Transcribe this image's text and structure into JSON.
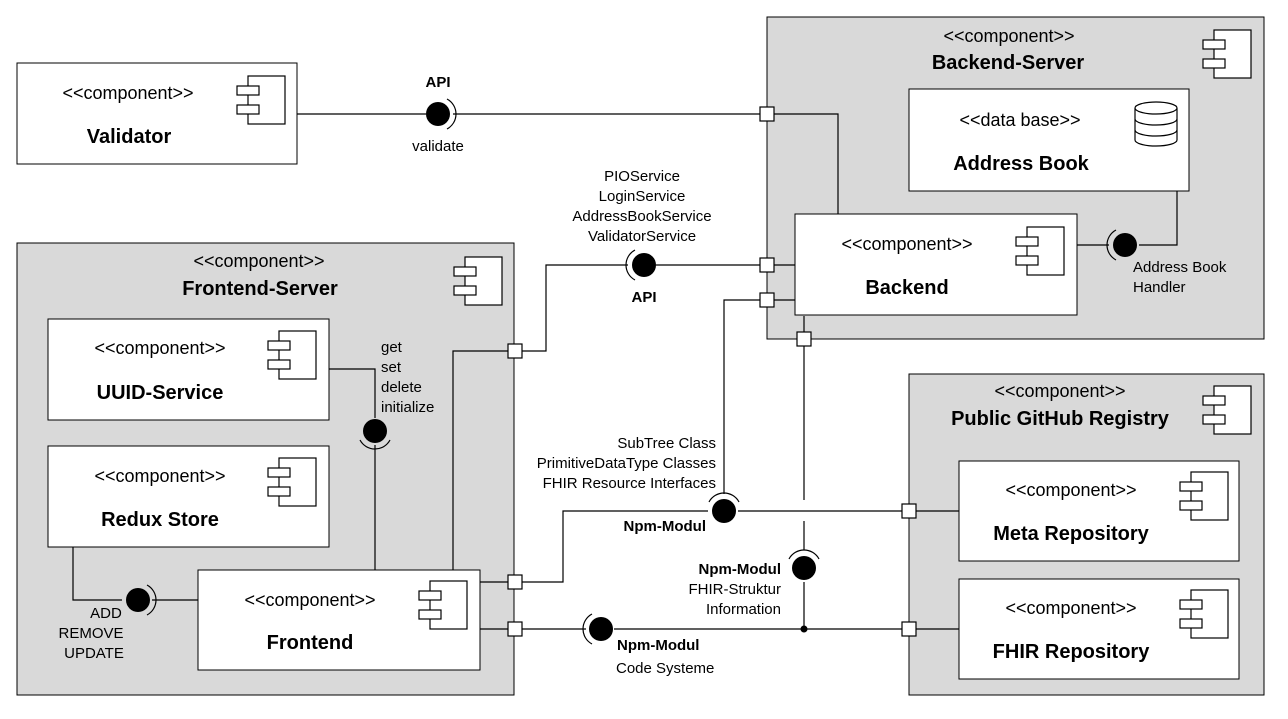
{
  "stereotype_component": "<<component>>",
  "stereotype_database": "<<data base>>",
  "components": {
    "validator": "Validator",
    "backend_server": "Backend-Server",
    "address_book": "Address Book",
    "backend": "Backend",
    "frontend_server": "Frontend-Server",
    "uuid_service": "UUID-Service",
    "redux_store": "Redux Store",
    "frontend": "Frontend",
    "github_registry": "Public GitHub Registry",
    "meta_repository": "Meta Repository",
    "fhir_repository": "FHIR Repository"
  },
  "interfaces": {
    "validator_api": {
      "title": "API",
      "ops": [
        "validate"
      ]
    },
    "backend_api": {
      "title": "API",
      "ops": [
        "PIOService",
        "LoginService",
        "AddressBookService",
        "ValidatorService"
      ]
    },
    "address_book_handler": {
      "lines": [
        "Address Book",
        "Handler"
      ]
    },
    "uuid_ops": {
      "ops": [
        "get",
        "set",
        "delete",
        "initialize"
      ]
    },
    "redux_ops": {
      "ops": [
        "ADD",
        "REMOVE",
        "UPDATE"
      ]
    },
    "meta_npm": {
      "title": "Npm-Modul",
      "ops": [
        "SubTree Class",
        "PrimitiveDataType Classes",
        "FHIR Resource Interfaces"
      ]
    },
    "fhir_struct_npm": {
      "title": "Npm-Modul",
      "ops": [
        "FHIR-Struktur",
        "Information"
      ]
    },
    "code_npm": {
      "title": "Npm-Modul",
      "ops": [
        "Code Systeme"
      ]
    }
  }
}
